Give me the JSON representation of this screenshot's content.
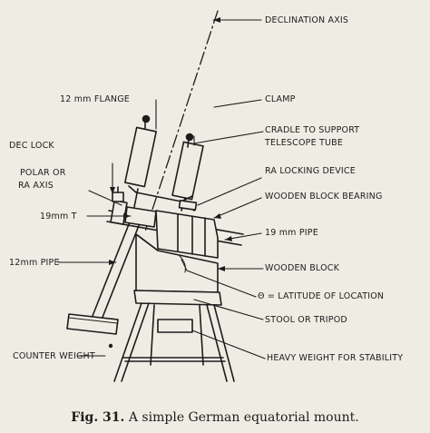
{
  "labels": {
    "declination_axis": "DECLINATION AXIS",
    "flange": "12 mm FLANGE",
    "clamp": "CLAMP",
    "cradle_line1": "CRADLE TO SUPPORT",
    "cradle_line2": "TELESCOPE TUBE",
    "dec_lock": "DEC LOCK",
    "polar_line1": "POLAR OR",
    "polar_line2": "RA AXIS",
    "ra_locking": "RA LOCKING DEVICE",
    "wooden_bearing": "WOODEN BLOCK BEARING",
    "t_joint": "19mm T",
    "pipe_19": "19 mm PIPE",
    "pipe_12": "12mm PIPE",
    "wooden_block": "WOODEN BLOCK",
    "latitude": "Θ = LATITUDE OF LOCATION",
    "stool": "STOOL OR TRIPOD",
    "counter_weight": "COUNTER WEIGHT",
    "heavy_weight": "HEAVY WEIGHT FOR STABILITY"
  },
  "caption": {
    "fig": "Fig. 31.",
    "text": "A simple German equatorial mount."
  }
}
